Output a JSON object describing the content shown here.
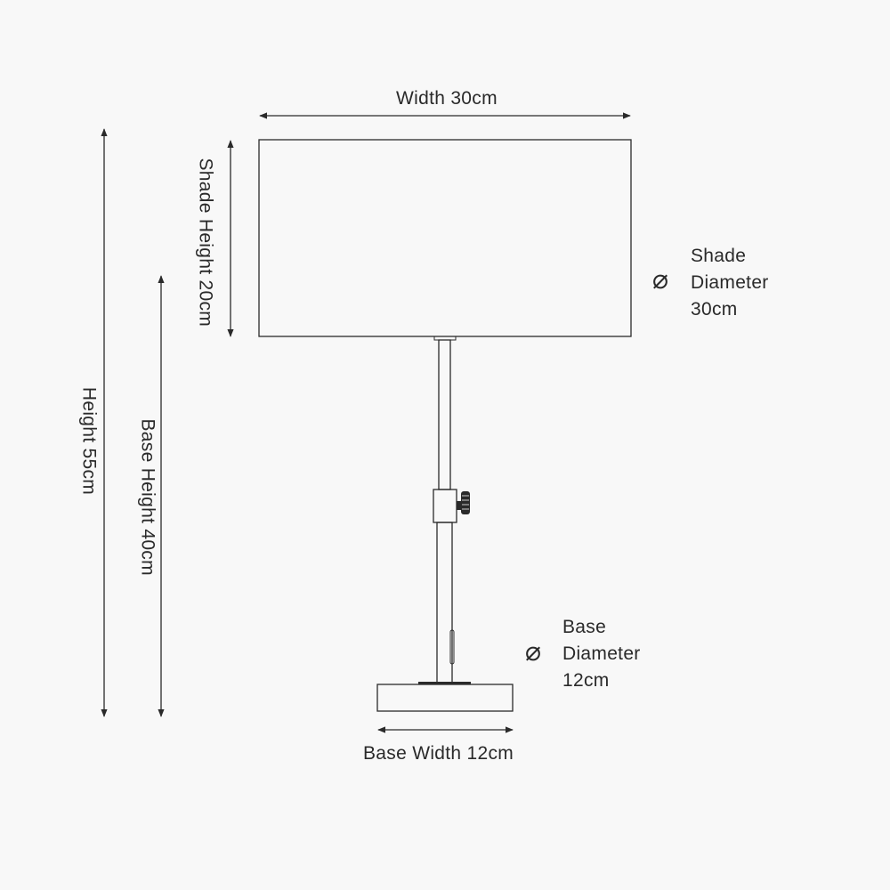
{
  "labels": {
    "width": "Width 30cm",
    "shade_height": "Shade Height 20cm",
    "height": "Height 55cm",
    "base_height": "Base Height 40cm",
    "base_width": "Base Width 12cm",
    "shade_diameter": [
      "Shade",
      "Diameter",
      "30cm"
    ],
    "base_diameter": [
      "Base",
      "Diameter",
      "12cm"
    ],
    "diameter_symbol": "⌀"
  },
  "colors": {
    "line": "#2a2a2a",
    "background": "#f8f8f8"
  }
}
